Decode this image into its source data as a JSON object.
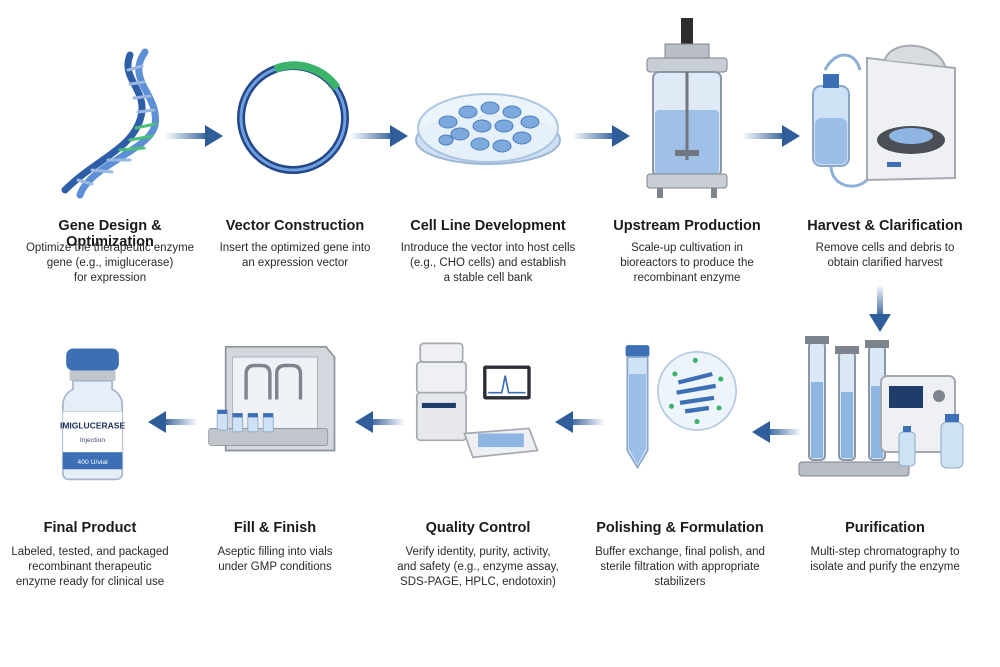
{
  "stages": [
    {
      "title": "Gene Design & Optimization",
      "desc": [
        "Optimize the therapeutic enzyme",
        "gene (e.g., imiglucerase)",
        "for expression"
      ]
    },
    {
      "title": "Vector Construction",
      "desc": [
        "Insert the optimized gene into",
        "an expression vector"
      ]
    },
    {
      "title": "Cell Line Development",
      "desc": [
        "Introduce the vector into host cells",
        "(e.g., CHO cells) and establish",
        "a stable cell bank"
      ]
    },
    {
      "title": "Upstream Production",
      "desc": [
        "Scale-up cultivation in",
        "bioreactors to produce the",
        "recombinant enzyme"
      ]
    },
    {
      "title": "Harvest & Clarification",
      "desc": [
        "Remove cells and debris to",
        "obtain clarified harvest"
      ]
    },
    {
      "title": "Purification",
      "desc": [
        "Multi-step chromatography to",
        "isolate and purify the enzyme"
      ]
    },
    {
      "title": "Polishing & Formulation",
      "desc": [
        "Buffer exchange, final polish, and",
        "sterile filtration with appropriate",
        "stabilizers"
      ]
    },
    {
      "title": "Quality Control",
      "desc": [
        "Verify identity, purity, activity,",
        "and safety (e.g., enzyme assay,",
        "SDS-PAGE, HPLC, endotoxin)"
      ]
    },
    {
      "title": "Fill & Finish",
      "desc": [
        "Aseptic filling into vials",
        "under GMP conditions"
      ]
    },
    {
      "title": "Final Product",
      "desc": [
        "Labeled, tested, and packaged",
        "recombinant therapeutic",
        "enzyme ready for clinical use"
      ]
    }
  ],
  "vial_label": {
    "name": "IMIGLUCERASE",
    "form": "Injection",
    "dose": "400 U/vial"
  },
  "colors": {
    "arrow": "#2f5d9a",
    "accent_blue": "#4a7fc1",
    "green": "#3bb36a"
  }
}
